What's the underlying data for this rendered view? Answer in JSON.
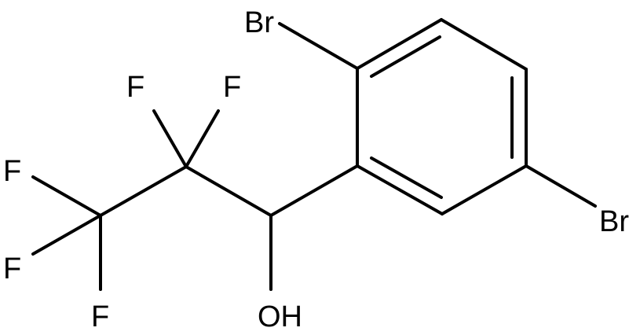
{
  "structure": {
    "labels": {
      "br_top": "Br",
      "br_right": "Br",
      "f1": "F",
      "f2": "F",
      "f3": "F",
      "f4": "F",
      "f5": "F",
      "oh": "OH"
    }
  },
  "colors": {
    "ink": "#000000",
    "background": "#ffffff"
  }
}
